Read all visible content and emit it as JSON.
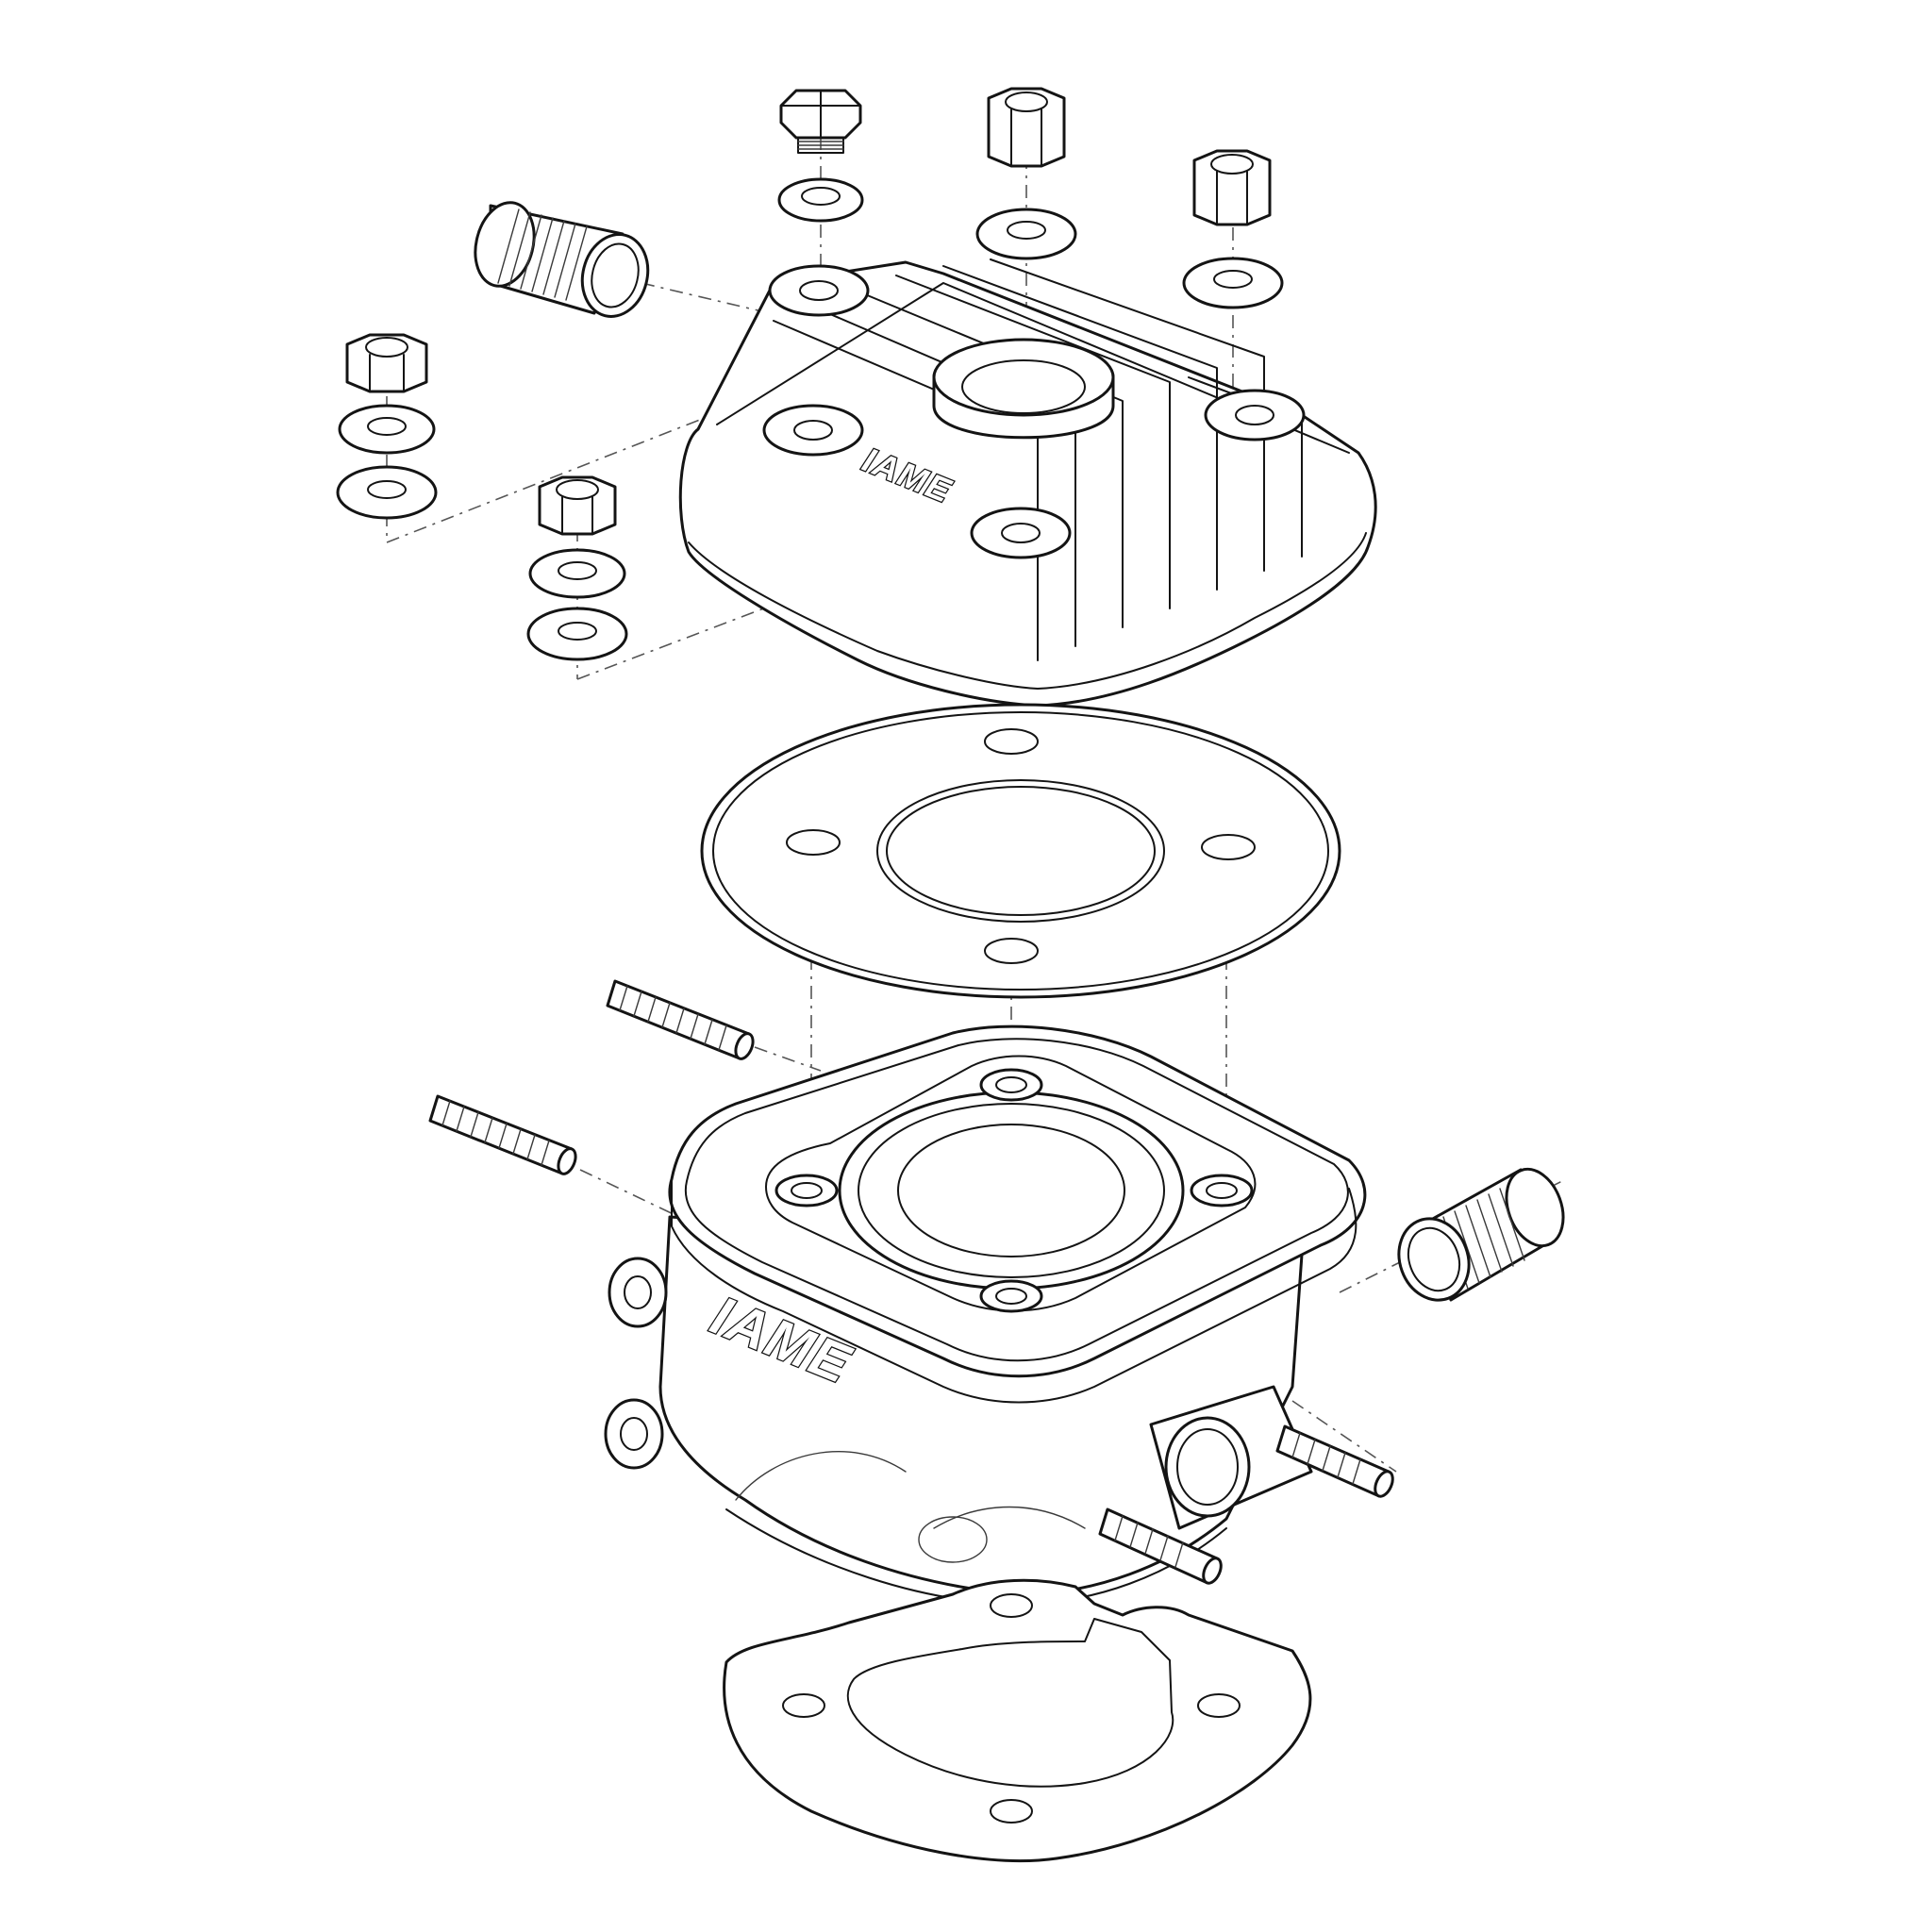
{
  "branding": {
    "head_logo": "IAME",
    "cylinder_logo": "IAME"
  },
  "colors": {
    "line": "#141414",
    "background": "#ffffff"
  },
  "parts": [
    "spark-plug-bolt",
    "nut",
    "washer",
    "water-fitting",
    "cylinder-head",
    "head-gasket",
    "stud",
    "cylinder",
    "base-gasket"
  ]
}
